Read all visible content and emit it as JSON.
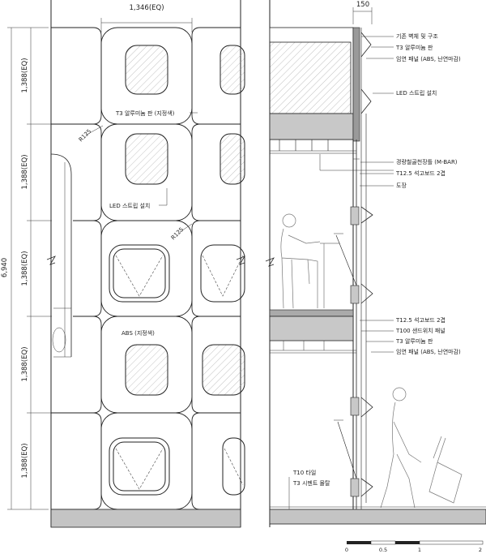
{
  "elevation": {
    "width_dim": "1,346(EQ)",
    "total_height_dim": "6,940",
    "module_height_dims": [
      "1,388(EQ)",
      "1,388(EQ)",
      "1,388(EQ)",
      "1,388(EQ)",
      "1,388(EQ)"
    ],
    "radius_labels": [
      "R125",
      "R125"
    ],
    "notes": {
      "aluminum_panel": "T3 알루미늄 판 (지정색)",
      "led_strip": "LED 스트립 설치",
      "abs": "ABS (지정색)"
    }
  },
  "section": {
    "dim_150": "150",
    "notes_top": [
      "기존 벽체 및 구조",
      "T3 알루미늄 판",
      "임연 패널 (ABS, 난연마감)"
    ],
    "note_led": "LED 스트립 설치",
    "notes_mid": [
      "경량철골천장틀 (M-BAR)",
      "T12.5 석고보드 2겹",
      "도장"
    ],
    "notes_lower": [
      "T12.5 석고보드 2겹",
      "T100 샌드위치 패널",
      "T3 알루미늄 판",
      "임연 패널 (ABS, 난연마감)"
    ],
    "notes_floor": [
      "T10 타일",
      "T3 시멘트 몰탈"
    ]
  },
  "scale_bar": {
    "labels": [
      "0",
      "0.5",
      "1",
      "2"
    ]
  }
}
